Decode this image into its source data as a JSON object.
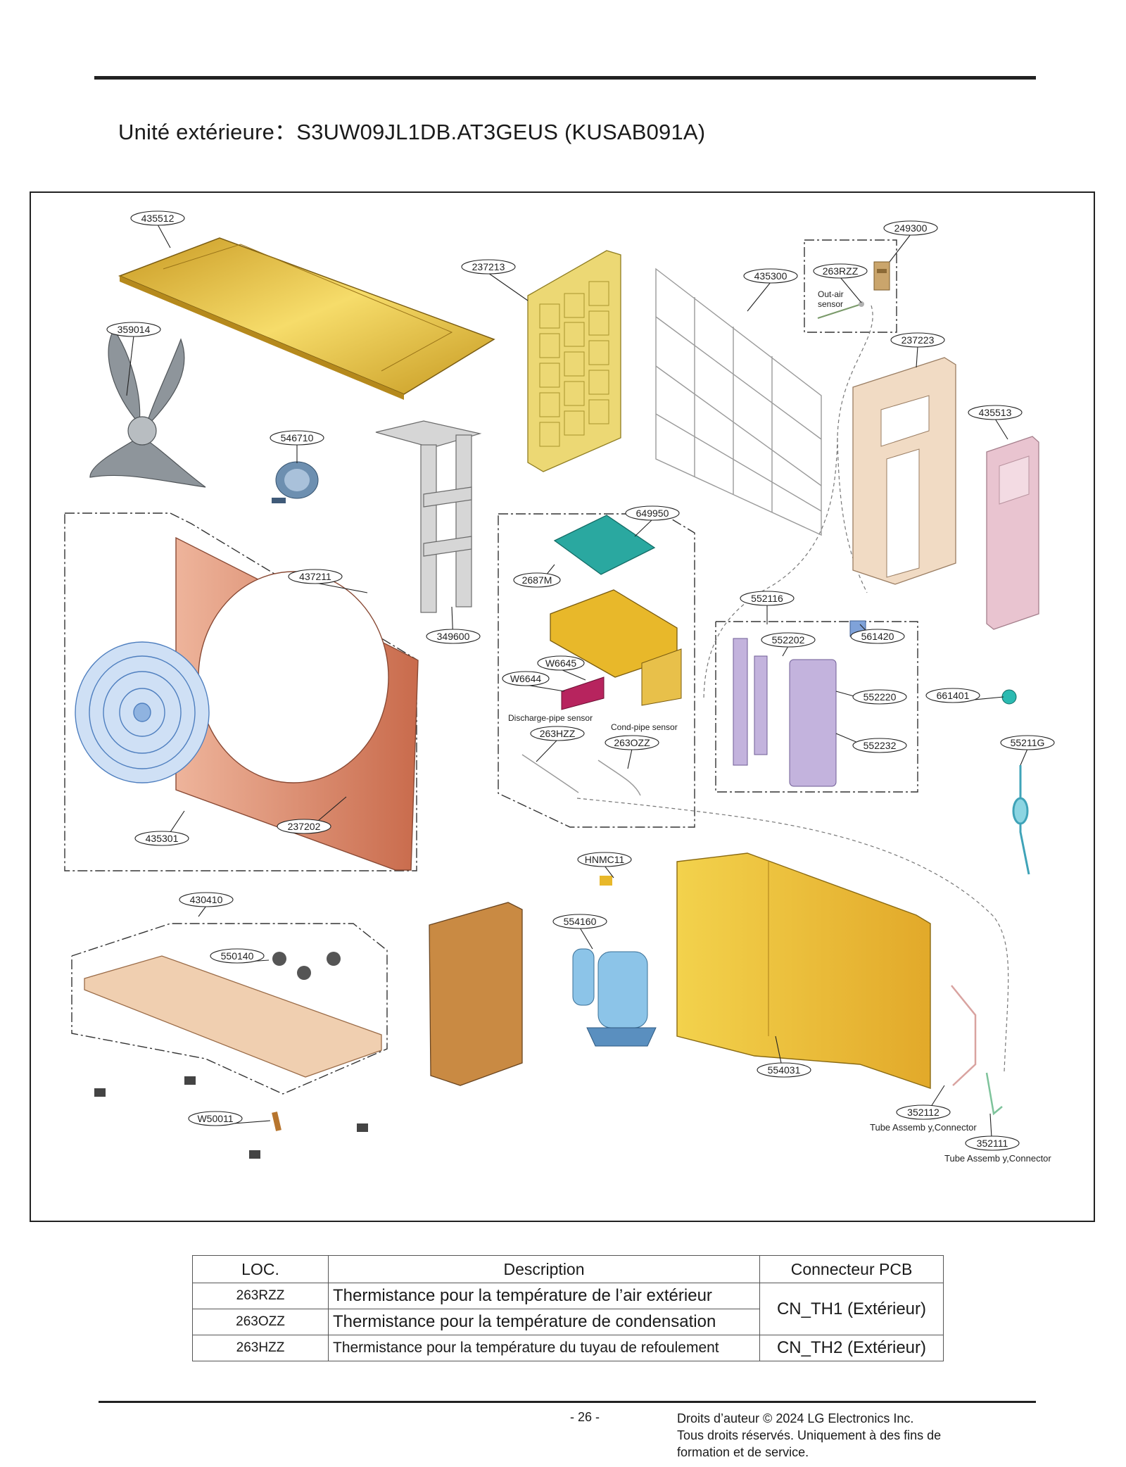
{
  "page": {
    "title": "Unité extérieure：S3UW09JL1DB.AT3GEUS (KUSAB091A)",
    "page_number": "- 26 -",
    "copyright_lines": [
      "Droits d’auteur © 2024 LG Electronics Inc.",
      "Tous droits réservés. Uniquement à des fins de",
      " formation et de service."
    ]
  },
  "callouts": [
    "435512",
    "359014",
    "546710",
    "237213",
    "435300",
    "249300",
    "263RZZ",
    "237223",
    "435513",
    "649950",
    "2687M",
    "437211",
    "349600",
    "552116",
    "552202",
    "561420",
    "W6645",
    "W6644",
    "552220",
    "661401",
    "263HZZ",
    "263OZZ",
    "552232",
    "55211G",
    "435301",
    "237202",
    "HNMC11",
    "430410",
    "554160",
    "550140",
    "554031",
    "W50011",
    "352112",
    "352111"
  ],
  "notes": {
    "out_air": [
      "Out-air",
      "sensor"
    ],
    "discharge": "Discharge-pipe sensor",
    "cond": "Cond-pipe sensor",
    "tube_1": "Tube Assemb y,Connector",
    "tube_2": "Tube Assemb y,Connector"
  },
  "colors": {
    "top_cover": "#e8c04a",
    "fan": "#9aa0a6",
    "motor": "#6d8fb0",
    "panel_yellow": "#ecd874",
    "side_panel": "#e8c7a8",
    "side_pink": "#e9c4d0",
    "pcb": "#2aa8a0",
    "control_box": "#e8b82a",
    "front_panel": "#d9876a",
    "grille": "#8fb3e0",
    "valve_assy": "#c3b3dd",
    "base_pan": "#f0cfb0",
    "compressor": "#8cc4e8",
    "condenser": "#edc234",
    "barrier": "#c98a43"
  },
  "table": {
    "headers": [
      "LOC.",
      "Description",
      "Connecteur PCB"
    ],
    "rows": [
      {
        "loc": "263RZZ",
        "description": "Thermistance pour la température de l’air extérieur"
      },
      {
        "loc": "263OZZ",
        "description": "Thermistance pour la température de condensation"
      },
      {
        "loc": "263HZZ",
        "description": "Thermistance pour la température du tuyau de refoulement"
      }
    ],
    "connectors": [
      "CN_TH1 (Extérieur)",
      "CN_TH2 (Extérieur)"
    ]
  }
}
